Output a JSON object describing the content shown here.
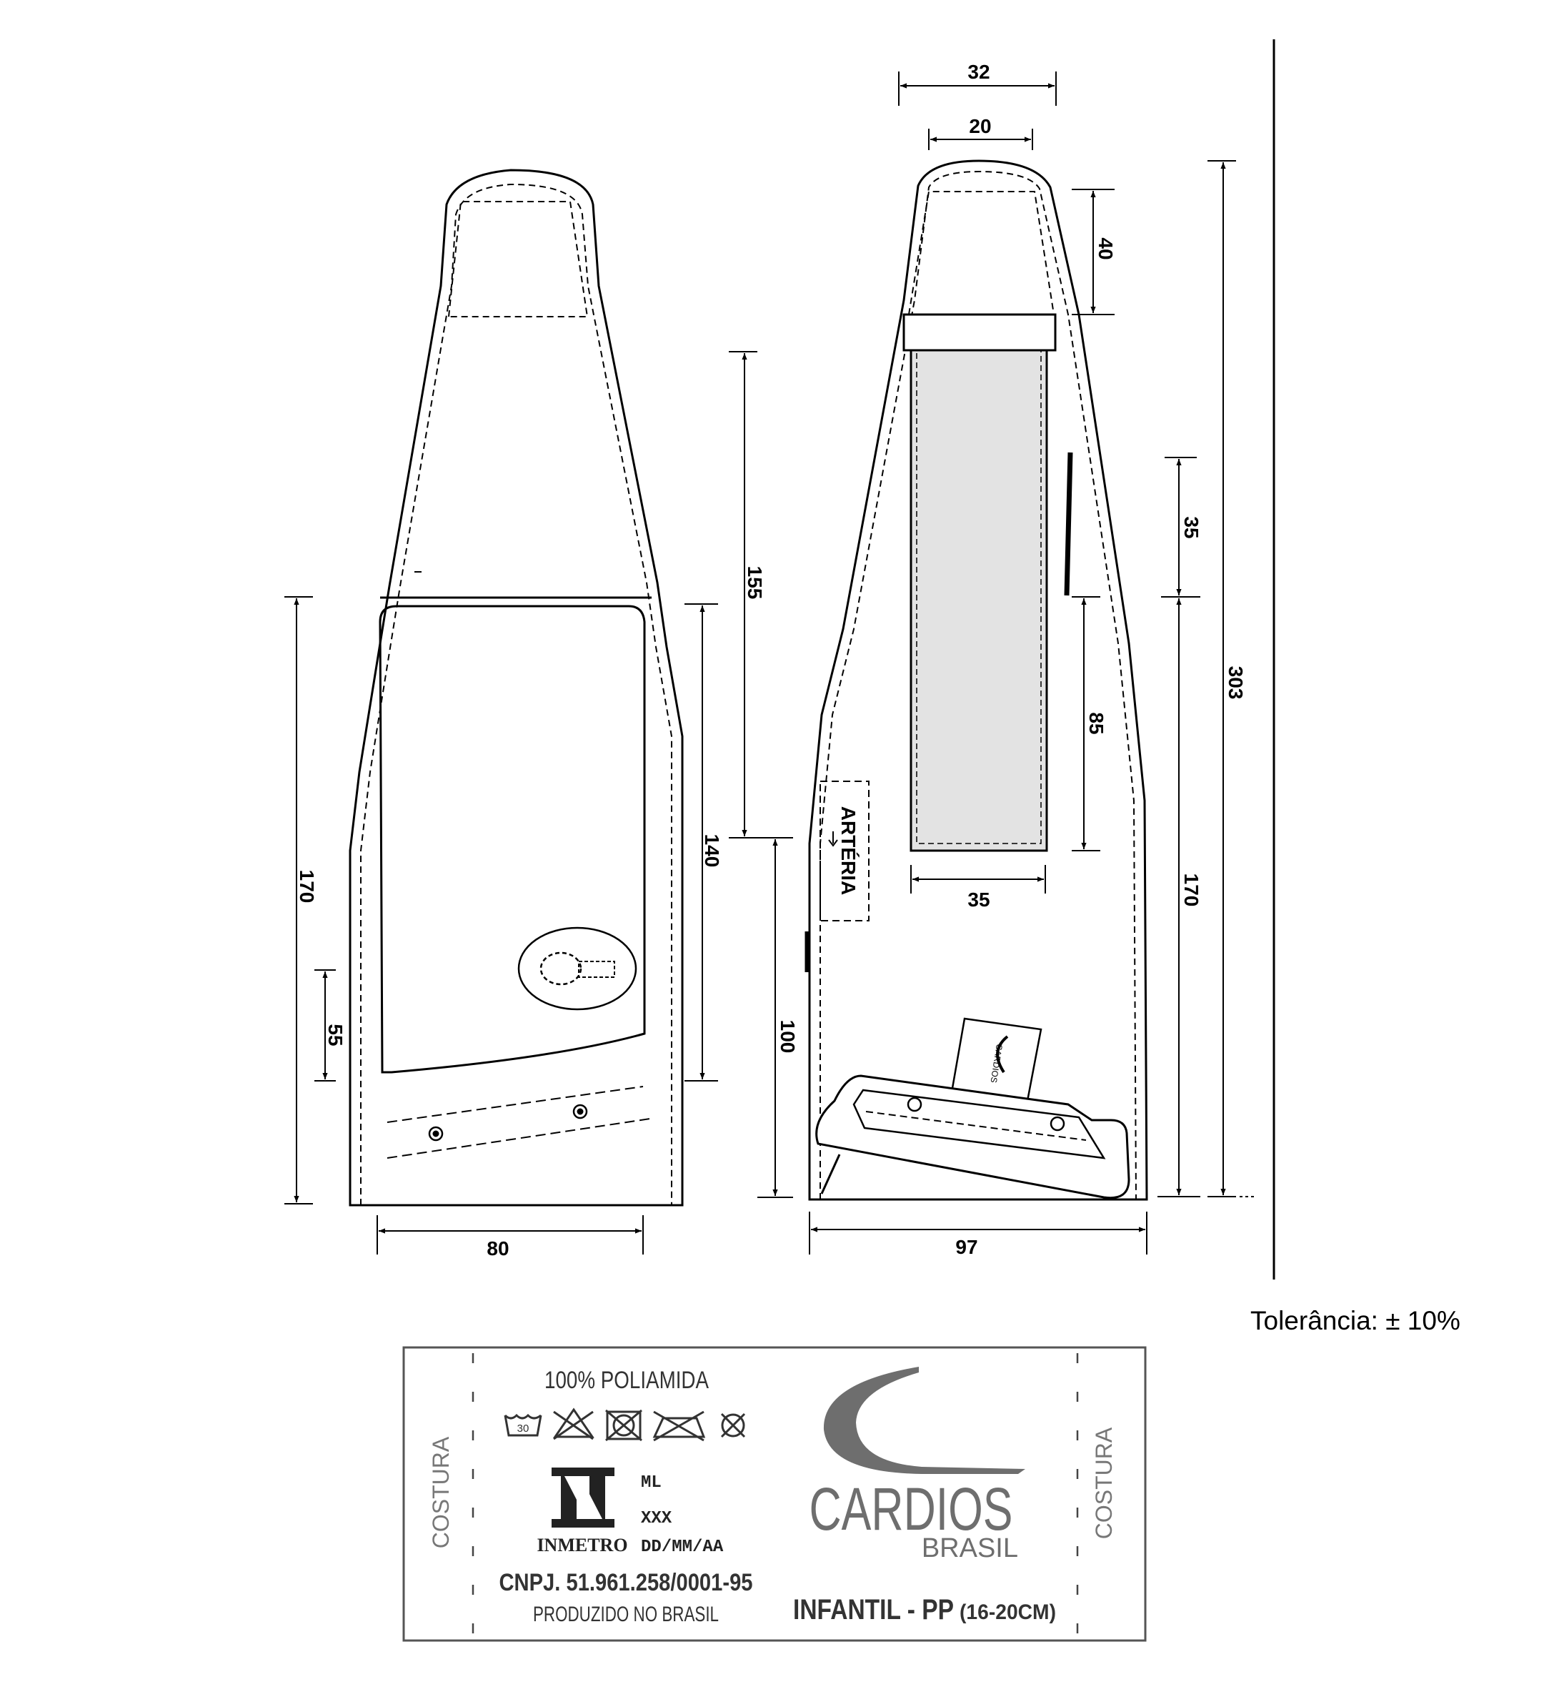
{
  "tolerance": "Tolerância: ± 10%",
  "front_view": {
    "dims": {
      "width_bottom": "80",
      "height_total": "170",
      "lower_inner": "55",
      "pocket_height": "140",
      "upper_height": "155"
    }
  },
  "side_view": {
    "dims": {
      "top_outer": "32",
      "top_inner": "20",
      "cap_height": "40",
      "strip_width": "35",
      "slit_height": "35",
      "strip_gap": "85",
      "lower_height": "100",
      "mid_height": "170",
      "total_height": "303",
      "width_bottom": "97"
    },
    "artery_label": "ARTÉRIA"
  },
  "label": {
    "fabric": "100% POLIAMIDA",
    "seam_left": "COSTURA",
    "seam_right": "COSTURA",
    "wash_symbols": [
      "wash-30-icon",
      "no-bleach-icon",
      "no-tumble-dry-icon",
      "no-iron-icon",
      "no-dry-clean-icon"
    ],
    "wash_temp": "30",
    "inmetro": "INMETRO",
    "code_ml": "ML",
    "code_xxx": "XXX",
    "code_date": "DD/MM/AA",
    "cnpj": "CNPJ. 51.961.258/0001-95",
    "origin": "PRODUZIDO NO BRASIL",
    "brand": "CARDIOS",
    "brand_sub": "BRASIL",
    "size_main": "INFANTIL - PP",
    "size_range": "(16-20CM)",
    "colors": {
      "logo_gray": "#6e6e6e",
      "text": "#333333",
      "border": "#555555"
    }
  }
}
